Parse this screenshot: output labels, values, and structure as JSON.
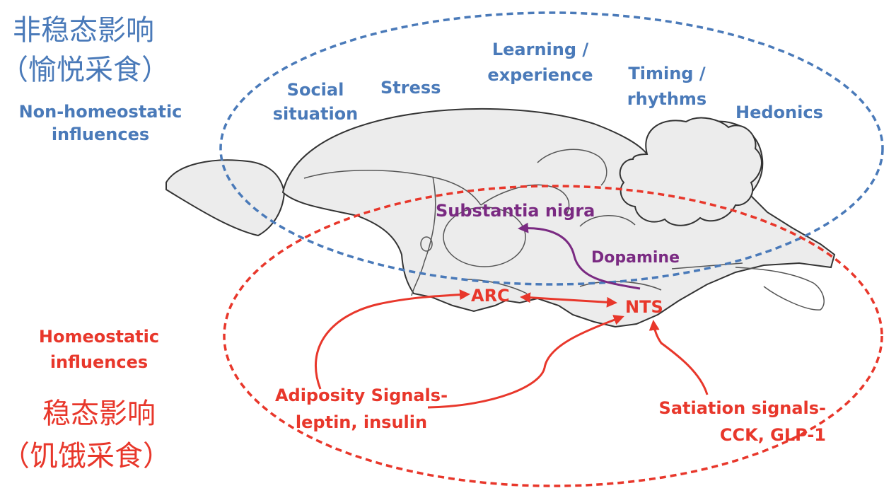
{
  "colors": {
    "non_homeostatic": "#4a7ab9",
    "homeostatic": "#e8372b",
    "dopamine": "#7a2a82",
    "brain_fill": "#ececec",
    "brain_outline": "#333333"
  },
  "non_homeostatic": {
    "chinese_title": "非稳态影响",
    "chinese_subtitle": "（愉悦采食）",
    "english_title_line1": "Non-homeostatic",
    "english_title_line2": "influences",
    "factors": {
      "social_line1": "Social",
      "social_line2": "situation",
      "stress": "Stress",
      "learning_line1": "Learning /",
      "learning_line2": "experience",
      "timing_line1": "Timing /",
      "timing_line2": "rhythms",
      "hedonics": "Hedonics"
    }
  },
  "homeostatic": {
    "english_title_line1": "Homeostatic",
    "english_title_line2": "influences",
    "chinese_title": "稳态影响",
    "chinese_subtitle": "（饥饿采食）",
    "adiposity_line1": "Adiposity Signals-",
    "adiposity_line2": "leptin, insulin",
    "satiation_line1": "Satiation signals-",
    "satiation_line2": "CCK, GLP-1"
  },
  "brain_regions": {
    "substantia_nigra": "Substantia nigra",
    "dopamine": "Dopamine",
    "arc": "ARC",
    "nts": "NTS"
  }
}
